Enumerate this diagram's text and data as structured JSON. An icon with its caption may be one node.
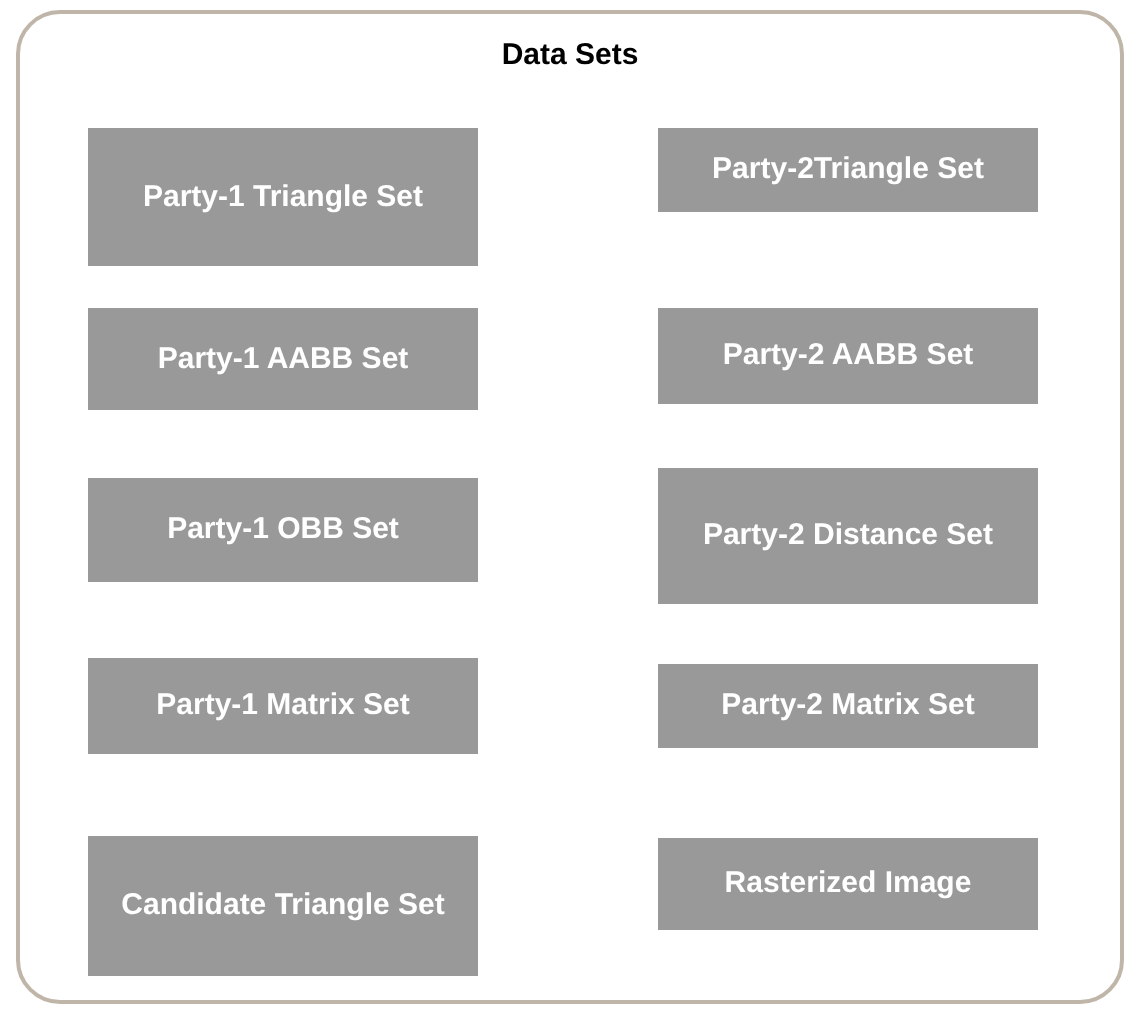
{
  "diagram": {
    "nodes": [
      {
        "text": [
          "Data Sets"
        ]
      },
      {
        "text": [
          "Party-1 Triangle Set"
        ],
        "in": 0
      },
      {
        "text": [
          "Party-2Triangle Set"
        ],
        "in": 0
      },
      {
        "text": [
          "Party-1 AABB Set"
        ],
        "in": 0
      },
      {
        "text": [
          "Party-2 AABB Set"
        ],
        "in": 0
      },
      {
        "text": [
          "Party-1 OBB Set"
        ],
        "in": 0
      },
      {
        "text": [
          "Party-2 Distance Set"
        ],
        "in": 0
      },
      {
        "text": [
          "Party-1 Matrix Set"
        ],
        "in": 0
      },
      {
        "text": [
          "Party-2 Matrix Set"
        ],
        "in": 0
      },
      {
        "text": [
          "Candidate Triangle Set"
        ],
        "in": 0
      },
      {
        "text": [
          "Rasterized Image"
        ],
        "in": 0
      }
    ]
  }
}
